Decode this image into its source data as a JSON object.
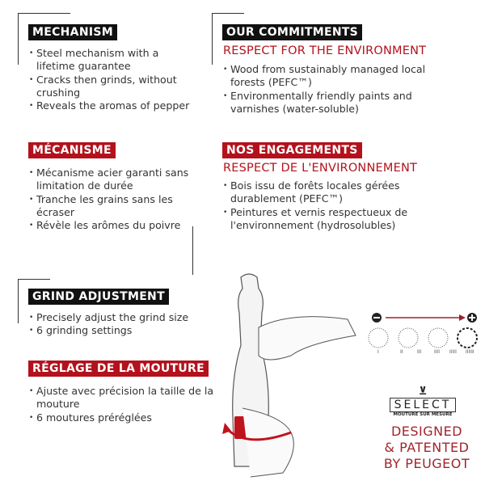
{
  "mechanism": {
    "title": "MECHANISM",
    "bullets": [
      "Steel mechanism with a lifetime guarantee",
      "Cracks then grinds, without crushing",
      "Reveals the aromas of pepper"
    ]
  },
  "mecanisme": {
    "title": "MÉCANISME",
    "bullets": [
      "Mécanisme acier garanti sans limitation de durée",
      "Tranche les grains sans les écraser",
      "Révèle les arômes du poivre"
    ]
  },
  "commitments": {
    "title": "OUR COMMITMENTS",
    "subtitle": "RESPECT FOR THE ENVIRONMENT",
    "bullets": [
      "Wood from sustainably managed local forests (PEFC™)",
      "Environmentally friendly paints and varnishes (water-soluble)"
    ]
  },
  "engagements": {
    "title": "NOS ENGAGEMENTS",
    "subtitle": "RESPECT DE L'ENVIRONNEMENT",
    "bullets": [
      "Bois issu de forêts locales gérées durablement (PEFC™)",
      "Peintures et vernis respectueux de l'environnement (hydrosolubles)"
    ]
  },
  "grind": {
    "title": "GRIND ADJUSTMENT",
    "bullets": [
      "Precisely adjust the grind size",
      "6 grinding settings"
    ]
  },
  "reglage": {
    "title": "RÉGLAGE DE LA MOUTURE",
    "bullets": [
      "Ajuste avec précision la taille de la mouture",
      "6 moutures préréglées"
    ]
  },
  "settings": {
    "labels": [
      "I",
      "II",
      "III",
      "IIII",
      "IIIII",
      "IIIIII"
    ]
  },
  "logo": {
    "word": "SELECT",
    "tagline": "MOUTURE SUR MESURE"
  },
  "designed": {
    "lines": [
      "DESIGNED",
      "& PATENTED",
      "BY PEUGEOT"
    ]
  },
  "colors": {
    "accent": "#b3121c",
    "dark": "#111111"
  }
}
